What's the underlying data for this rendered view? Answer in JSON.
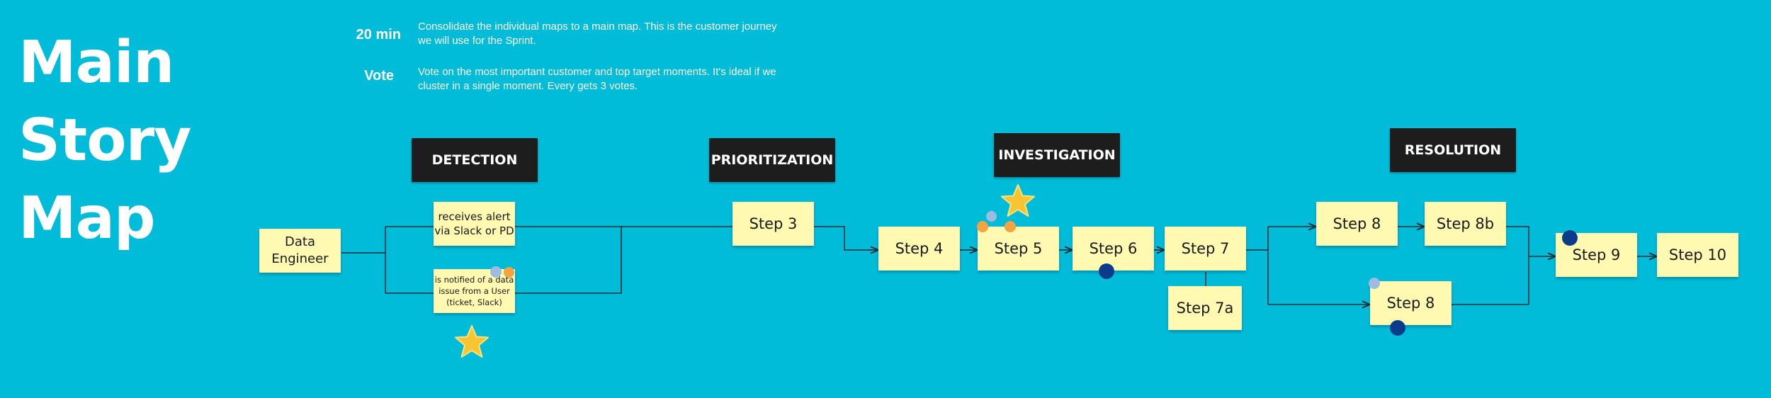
{
  "title": {
    "line1": "Main",
    "line2": "Story",
    "line3": "Map"
  },
  "instructions": [
    {
      "key": "20 min",
      "text": "Consolidate the individual maps to a main map. This is the customer journey we will use for the Sprint."
    },
    {
      "key": "Vote",
      "text": "Vote on the most important customer and top target moments. It's ideal if we cluster in a single moment. Every gets 3 votes."
    }
  ],
  "phases": {
    "detection": "DETECTION",
    "prioritization": "PRIORITIZATION",
    "investigation": "INVESTIGATION",
    "resolution": "RESOLUTION"
  },
  "notes": {
    "actor": "Data Engineer",
    "alert": "receives alert via Slack or PD",
    "notified": "is notified of a data issue from a User (ticket, Slack)",
    "step3": "Step 3",
    "step4": "Step 4",
    "step5": "Step 5",
    "step6": "Step 6",
    "step7": "Step 7",
    "step7a": "Step 7a",
    "step8": "Step 8",
    "step8b": "Step 8b",
    "step8_lower": "Step 8",
    "step9": "Step 9",
    "step10": "Step 10"
  },
  "colors": {
    "background": "#00bcd9",
    "sticky": "#fff9b1",
    "phase_label": "#1d1d1d",
    "vote_dark_blue": "#0d3b8c",
    "vote_light_blue": "#9fbbe0",
    "vote_orange": "#f4a340",
    "star": "#f7c531"
  },
  "vote_markers": [
    "star-icon",
    "vote-dot"
  ]
}
